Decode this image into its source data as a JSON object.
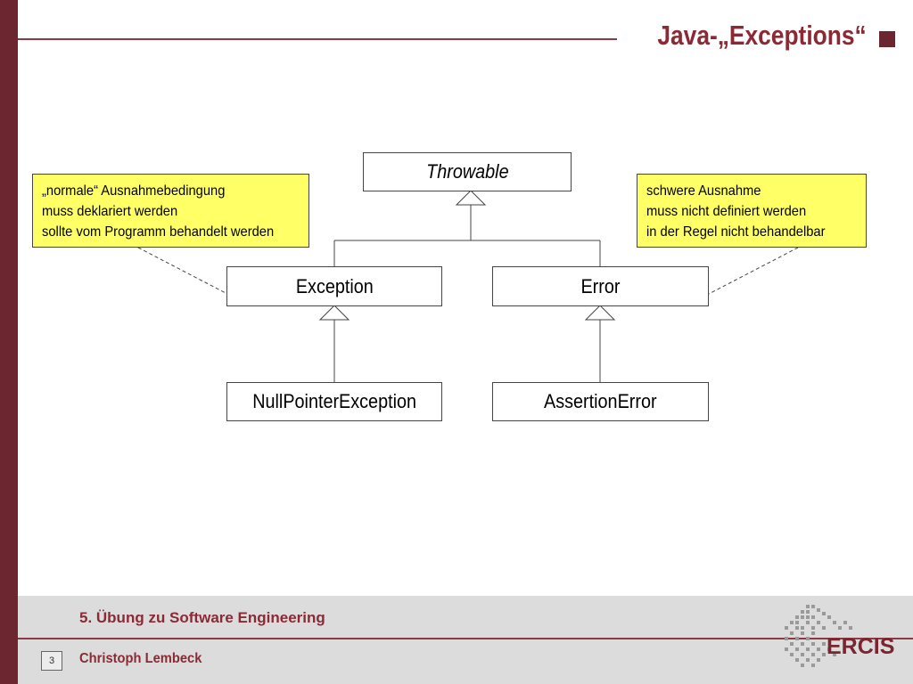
{
  "slide": {
    "title": "Java-„Exceptions“",
    "colors": {
      "accent": "#8b2a35",
      "note_fill": "#ffff66",
      "footer": "#dcdcdc"
    }
  },
  "diagram": {
    "classes": {
      "throwable": "Throwable",
      "exception": "Exception",
      "error": "Error",
      "null_pointer": "NullPointerException",
      "assertion_error": "AssertionError"
    },
    "notes": {
      "exception_note": [
        "„normale“ Ausnahmebedingung",
        "muss deklariert werden",
        "sollte vom Programm behandelt werden"
      ],
      "error_note": [
        "schwere Ausnahme",
        "muss nicht definiert werden",
        "in der Regel nicht behandelbar"
      ]
    }
  },
  "footer": {
    "course": "5. Übung zu Software Engineering",
    "author": "Christoph Lembeck",
    "page_number": "3",
    "logo_text": "ERCIS"
  }
}
